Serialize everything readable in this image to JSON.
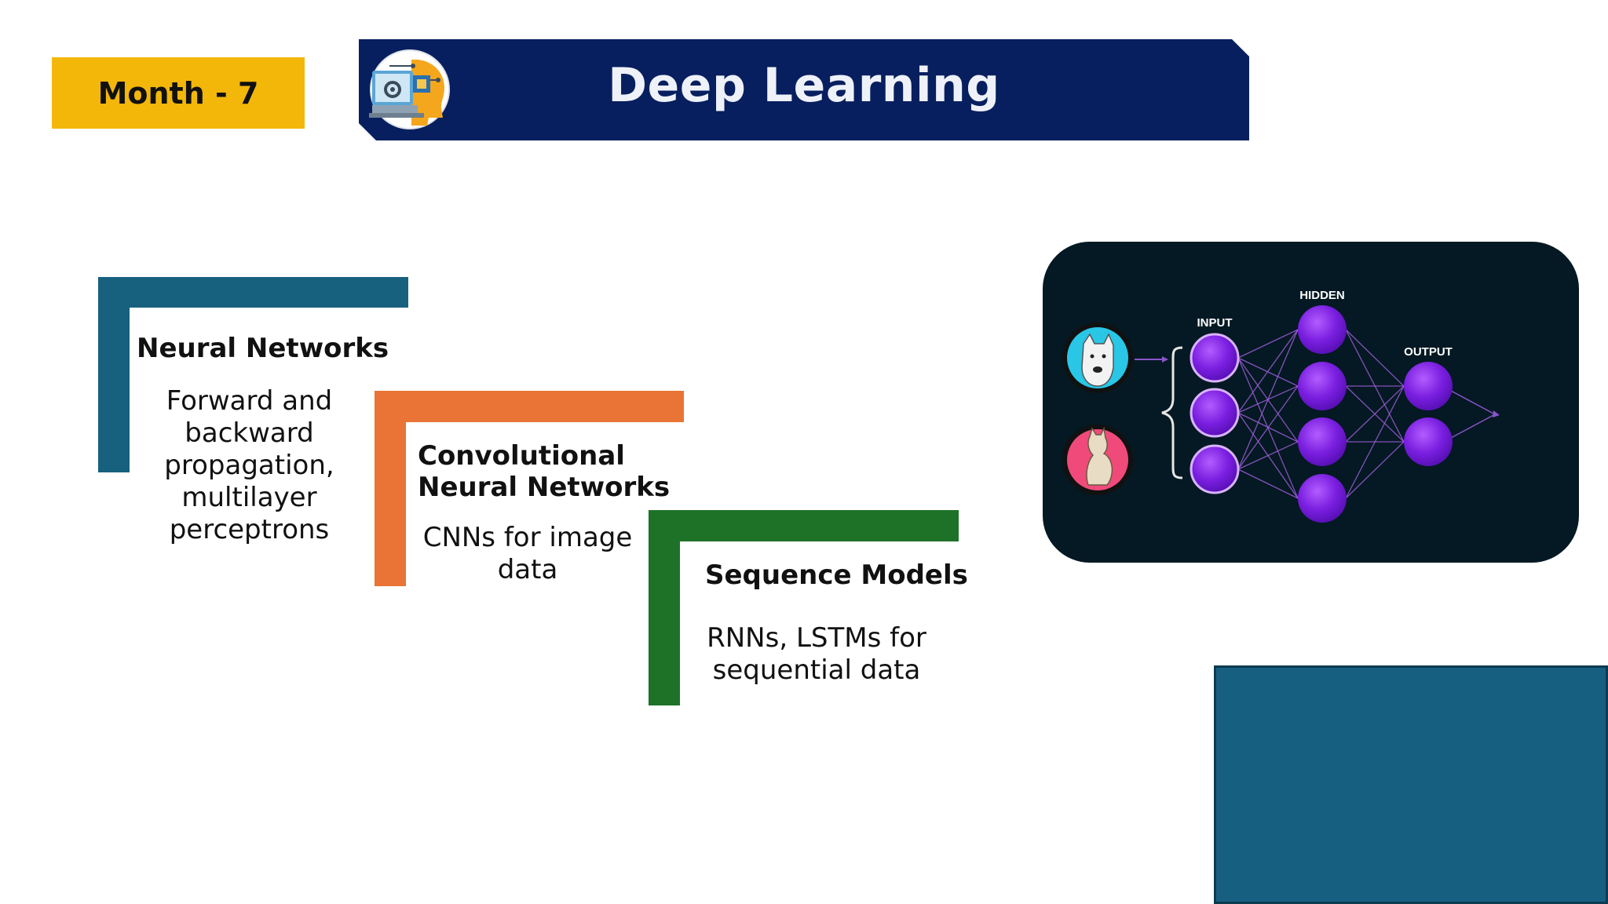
{
  "header": {
    "month_label": "Month - 7",
    "title": "Deep Learning",
    "title_icon": "ai-head-computer-icon"
  },
  "steps": [
    {
      "heading": "Neural Networks",
      "description": "Forward and backward propagation, multilayer perceptrons",
      "color": "#17617f"
    },
    {
      "heading": "Convolutional Neural Networks",
      "description": "CNNs for image data",
      "color": "#e97435"
    },
    {
      "heading": "Sequence Models",
      "description": "RNNs, LSTMs for sequential data",
      "color": "#1e7228"
    }
  ],
  "network_diagram": {
    "layer_labels": {
      "input": "INPUT",
      "hidden": "HIDDEN",
      "output": "OUTPUT"
    },
    "input_images": [
      "dog-icon",
      "cat-icon"
    ]
  },
  "colors": {
    "badge": "#f3b70a",
    "banner": "#071f5f",
    "card_bg": "#041923",
    "node": "#8a2be2",
    "corner_rect": "#175f80"
  }
}
